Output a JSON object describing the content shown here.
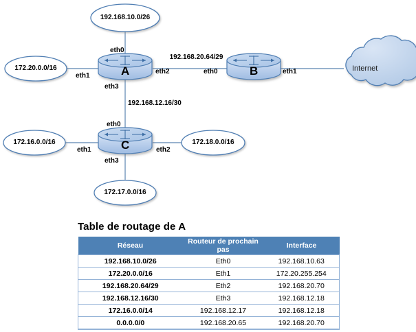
{
  "diagram": {
    "routers": [
      {
        "id": "A",
        "name": "A"
      },
      {
        "id": "B",
        "name": "B"
      },
      {
        "id": "C",
        "name": "C"
      }
    ],
    "cloud": {
      "label": "Internet"
    },
    "networks": [
      {
        "id": "n-top",
        "label": "192.168.10.0/26"
      },
      {
        "id": "n-a-left",
        "label": "172.20.0.0/16"
      },
      {
        "id": "n-c-left",
        "label": "172.16.0.0/16"
      },
      {
        "id": "n-c-right",
        "label": "172.18.0.0/16"
      },
      {
        "id": "n-c-bottom",
        "label": "172.17.0.0/16"
      }
    ],
    "links": [
      {
        "id": "link-ab",
        "label": "192.168.20.64/29"
      },
      {
        "id": "link-ac",
        "label": "192.168.12.16/30"
      }
    ],
    "interfaces": {
      "a_eth0": "eth0",
      "a_eth1": "eth1",
      "a_eth2": "eth2",
      "a_eth3": "eth3",
      "b_eth0": "eth0",
      "b_eth1": "eth1",
      "c_eth0": "eth0",
      "c_eth1": "eth1",
      "c_eth2": "eth2",
      "c_eth3": "eth3"
    }
  },
  "table": {
    "title": "Table de routage de A",
    "headers": [
      "Réseau",
      "Routeur de prochain pas",
      "Interface"
    ],
    "rows": [
      [
        "192.168.10.0/26",
        "Eth0",
        "192.168.10.63"
      ],
      [
        "172.20.0.0/16",
        "Eth1",
        "172.20.255.254"
      ],
      [
        "192.168.20.64/29",
        "Eth2",
        "192.168.20.70"
      ],
      [
        "192.168.12.16/30",
        "Eth3",
        "192.168.12.18"
      ],
      [
        "172.16.0.0/14",
        "192.168.12.17",
        "192.168.12.18"
      ],
      [
        "0.0.0.0/0",
        "192.168.20.65",
        "192.168.20.70"
      ]
    ]
  },
  "colors": {
    "header_blue": "#4E81B5",
    "grid_blue": "#95B3D7",
    "router_body": "#AFC9E8",
    "outline_blue": "#4F7EB3",
    "cloud_fill": "#BCD2EA",
    "link_line": "#5B84B1"
  }
}
